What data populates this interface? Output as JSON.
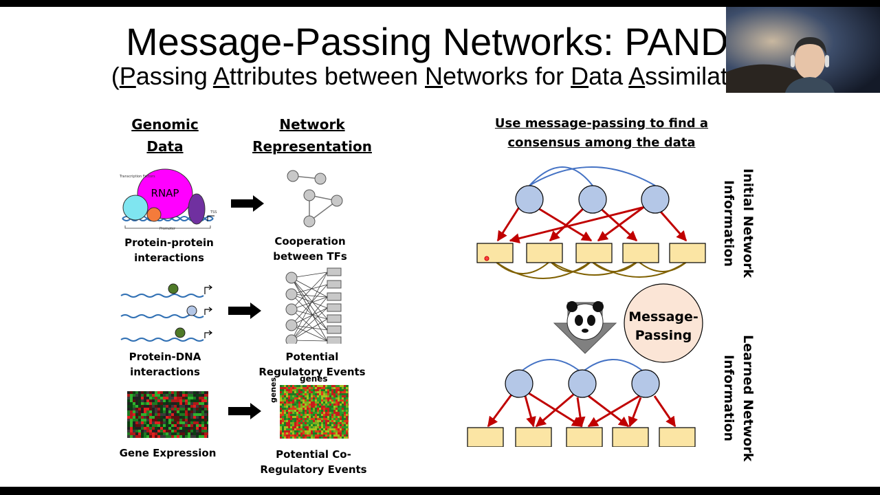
{
  "slide": {
    "title": "Message-Passing Networks: PANDA",
    "subtitle": {
      "open_paren": "(",
      "p": "P",
      "p_rest": "assing ",
      "a": "A",
      "a_rest": "ttributes between ",
      "n": "N",
      "n_rest": "etworks for ",
      "d": "D",
      "d_rest": "ata ",
      "a2": "A",
      "a2_rest": "ssimilation)"
    },
    "left": {
      "col1_heading": [
        "Genomic",
        "Data"
      ],
      "col2_heading": [
        "Network",
        "Representation"
      ],
      "rows": [
        {
          "data_caption": [
            "Protein-protein",
            "interactions"
          ],
          "network_caption": [
            "Cooperation",
            "between TFs"
          ],
          "diagram_labels": {
            "rnap": "RNAP",
            "tf": "Transcription Factors",
            "tss": "TSS",
            "promoter": "Promoter"
          }
        },
        {
          "data_caption": [
            "Protein-DNA",
            "interactions"
          ],
          "network_caption": [
            "Potential",
            "Regulatory Events"
          ]
        },
        {
          "data_caption": [
            "Gene Expression"
          ],
          "network_caption": [
            "Potential Co-",
            "Regulatory Events"
          ],
          "matrix_top_label": "genes",
          "matrix_side_label": "genes"
        }
      ]
    },
    "right": {
      "heading": [
        "Use message-passing to find a",
        "consensus among the data"
      ],
      "initial_label": [
        "Initial Network",
        "Information"
      ],
      "learned_label": [
        "Learned Network",
        "Information"
      ],
      "message_passing": [
        "Message-",
        "Passing"
      ]
    },
    "colors": {
      "tf_node_fill": "#b4c7e7",
      "gene_box_fill": "#fbe5a4",
      "edge_red": "#c00000",
      "edge_blue": "#4472c4",
      "edge_olive": "#7f6000",
      "message_bubble": "#fbe5d6"
    }
  },
  "webcam": {
    "present": true
  }
}
